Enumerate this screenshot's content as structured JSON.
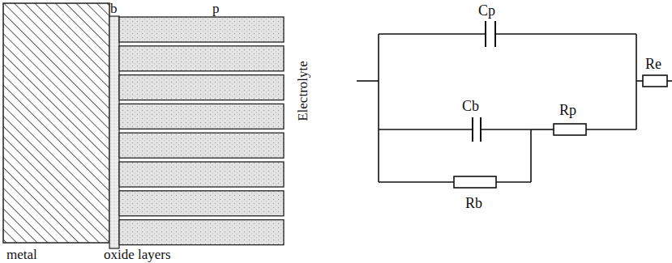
{
  "diagram": {
    "labels": [
      "b",
      "p",
      "metal",
      "oxide layers",
      "Electrolyte",
      "Cp",
      "Cb",
      "Rb",
      "Rp",
      "Re"
    ]
  }
}
